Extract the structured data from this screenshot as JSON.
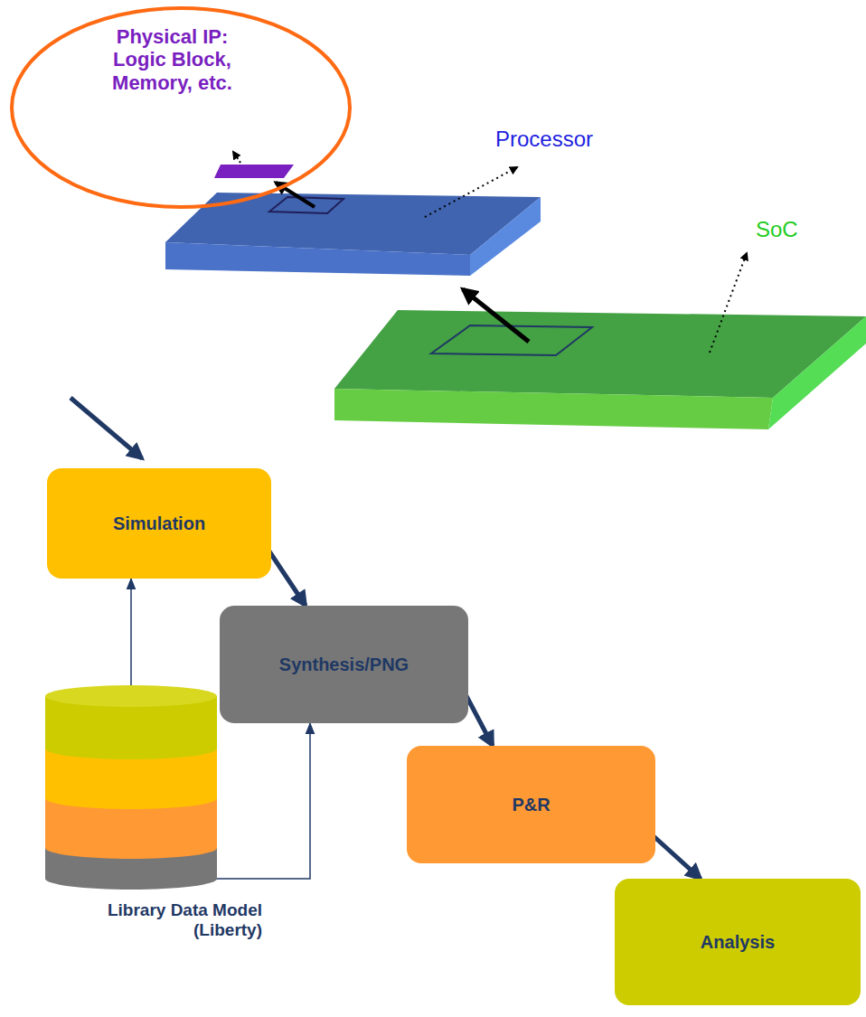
{
  "diagram": {
    "nodes": [
      {
        "text": [
          "Physical IP: Logic Block, Memory, etc."
        ]
      },
      {
        "text": [
          "Simulation"
        ]
      },
      {
        "text": [
          "Synthesis/PNG"
        ]
      },
      {
        "text": [
          "P&R"
        ]
      },
      {
        "text": [
          "Analysis"
        ]
      },
      {
        "text": [
          "Library Data Model (Liberty)"
        ]
      }
    ],
    "edges": [
      {
        "from": 1,
        "to": 2,
        "arrow": "to"
      },
      {
        "from": 2,
        "to": 3,
        "arrow": "to"
      },
      {
        "from": 3,
        "to": 4,
        "arrow": "to"
      },
      {
        "from": 5,
        "to": 1,
        "arrow": "to"
      },
      {
        "from": 5,
        "to": 2,
        "arrow": "to"
      }
    ],
    "labels": [
      "Processor",
      "SoC"
    ]
  }
}
